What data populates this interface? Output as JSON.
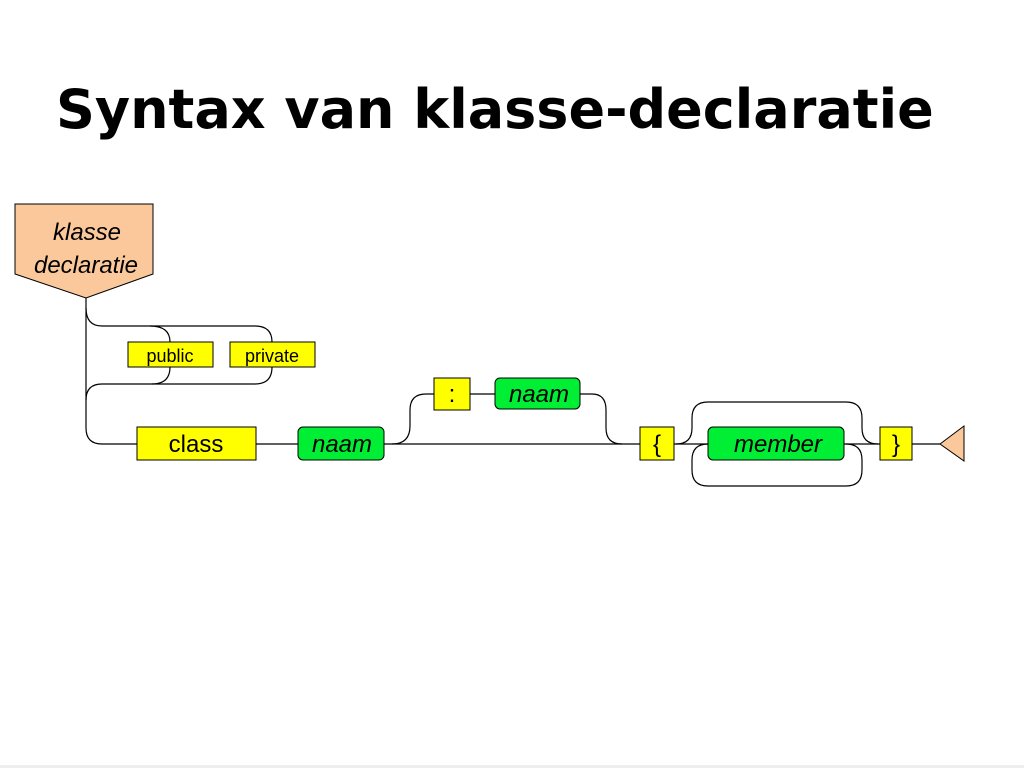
{
  "title": "Syntax van klasse-declaratie",
  "start_label": {
    "line1": "klasse",
    "line2": "declaratie"
  },
  "terminals": {
    "public": "public",
    "private": "private",
    "class": "class",
    "colon": ":",
    "open_brace": "{",
    "close_brace": "}"
  },
  "nonterminals": {
    "naam_after_class": "naam",
    "naam_after_colon": "naam",
    "member": "member"
  },
  "colors": {
    "start_fill": "#FAC89A",
    "terminal_fill": "#FFFF00",
    "nonterminal_fill": "#00EE33",
    "end_fill": "#FAC89A"
  }
}
